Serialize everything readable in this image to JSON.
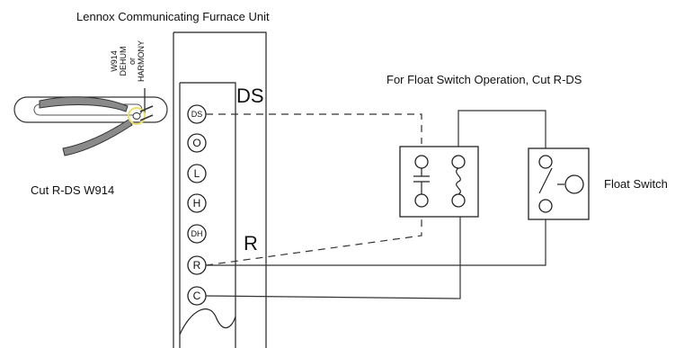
{
  "title": "Lennox Communicating Furnace Unit",
  "float_note": "For Float Switch Operation, Cut R-DS",
  "cut_label": "Cut R-DS W914",
  "float_switch_label": "Float Switch",
  "ds_big_label": "DS",
  "r_big_label": "R",
  "jumper_label_lines": [
    "W914",
    "DEHUM",
    "or",
    "HARMONY"
  ],
  "terminals": [
    "DS",
    "O",
    "L",
    "H",
    "DH",
    "R",
    "C"
  ],
  "colors": {
    "line": "#333333",
    "highlight": "#e8e070",
    "pliers": "#8a8a8a"
  }
}
